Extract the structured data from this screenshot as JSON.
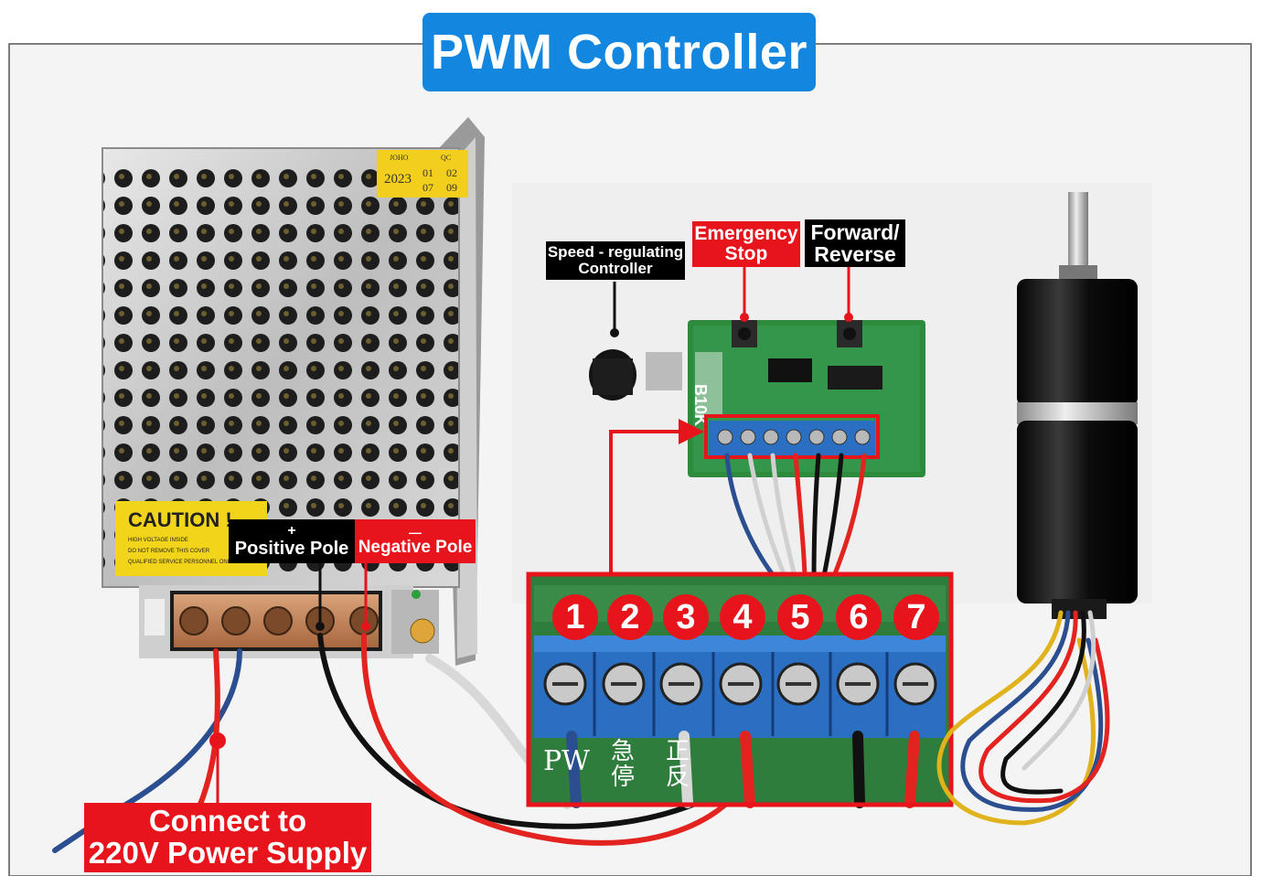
{
  "title": "PWM Controller",
  "labels": {
    "speed": [
      "Speed - regulating",
      "Controller"
    ],
    "emergency": [
      "Emergency",
      "Stop"
    ],
    "forward": [
      "Forward/",
      "Reverse"
    ],
    "positive_symbol": "+",
    "positive": "Positive Pole",
    "negative_symbol": "—",
    "negative": "Negative Pole",
    "supply": [
      "Connect to",
      "220V Power Supply"
    ]
  },
  "terminal_numbers": [
    "1",
    "2",
    "3",
    "4",
    "5",
    "6",
    "7"
  ],
  "psu_caution": {
    "heading": "CAUTION !",
    "lines": [
      "HIGH VOLTAGE INSIDE",
      "DO NOT REMOVE THIS COVER",
      "QUALIFIED SERVICE PERSONNEL ONLY"
    ]
  },
  "psu_date_label": {
    "top_left": "JOHO",
    "top_right": "QC",
    "year": "2023",
    "cells": [
      "01",
      "02",
      "07",
      "09"
    ]
  },
  "board_text": {
    "model": "B10K",
    "silkscreen_bottom": [
      "PW",
      "急",
      "停",
      "正",
      "反"
    ]
  },
  "colors": {
    "title_bg": "#1386e0",
    "label_red": "#e8141b",
    "label_black": "#000000",
    "pcb_green": "#2e8b3e",
    "terminal_blue": "#2a6fc2",
    "wire_red": "#e2231f",
    "motor_black": "#141414"
  }
}
